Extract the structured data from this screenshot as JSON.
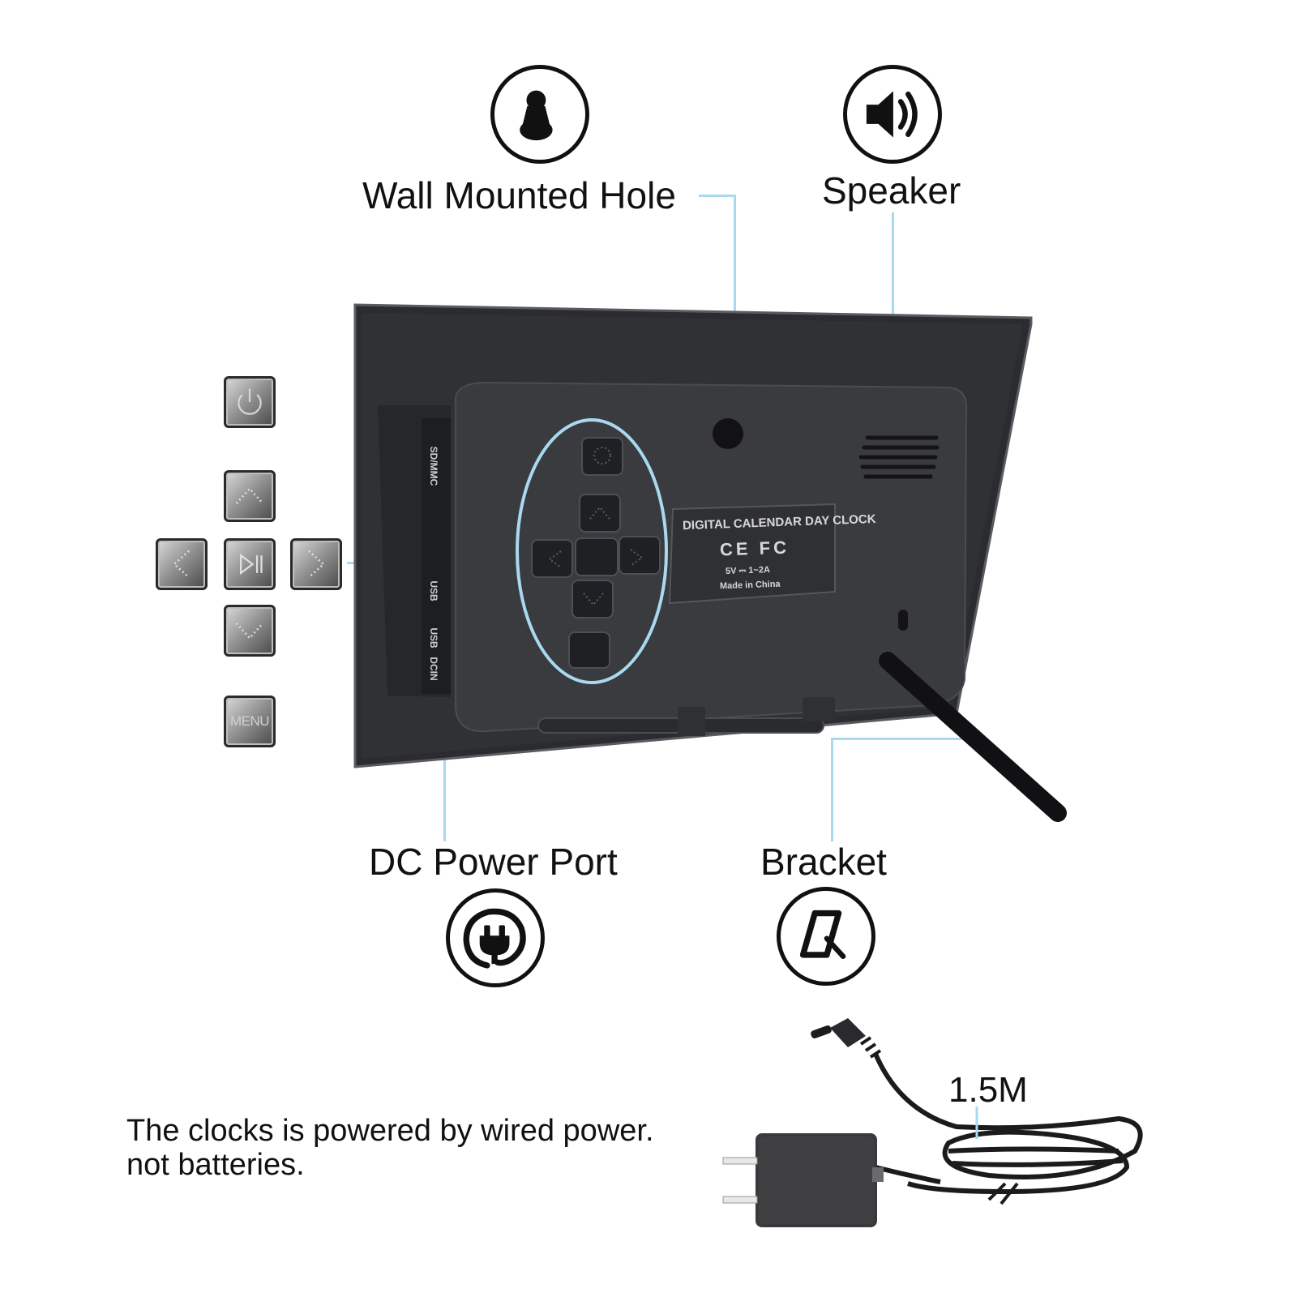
{
  "callouts": {
    "wall_mounted_hole": {
      "label": "Wall Mounted Hole",
      "icon": "keyhole-icon"
    },
    "speaker": {
      "label": "Speaker",
      "icon": "speaker-icon"
    },
    "dc_power_port": {
      "label": "DC Power Port",
      "icon": "plug-icon"
    },
    "bracket": {
      "label": "Bracket",
      "icon": "stand-icon"
    }
  },
  "device": {
    "sticker": {
      "title": "DIGITAL CALENDAR DAY CLOCK",
      "certs": "CE FC",
      "power": "5V ⎓ 1~2A",
      "origin": "Made in China"
    },
    "ports": [
      "SD/MMC",
      "USB",
      "USB",
      "DCIN"
    ],
    "back_buttons": [
      "power",
      "up",
      "left",
      "play-pause",
      "right",
      "down",
      "MENU"
    ]
  },
  "side_buttons": {
    "menu_label": "MENU"
  },
  "cable": {
    "length": "1.5M"
  },
  "note": {
    "line1": "The clocks is powered by wired power.",
    "line2": "not batteries."
  },
  "colors": {
    "leader": "#a9d9ef",
    "device": "#2b2c2f",
    "panel": "#3a3b3f"
  }
}
